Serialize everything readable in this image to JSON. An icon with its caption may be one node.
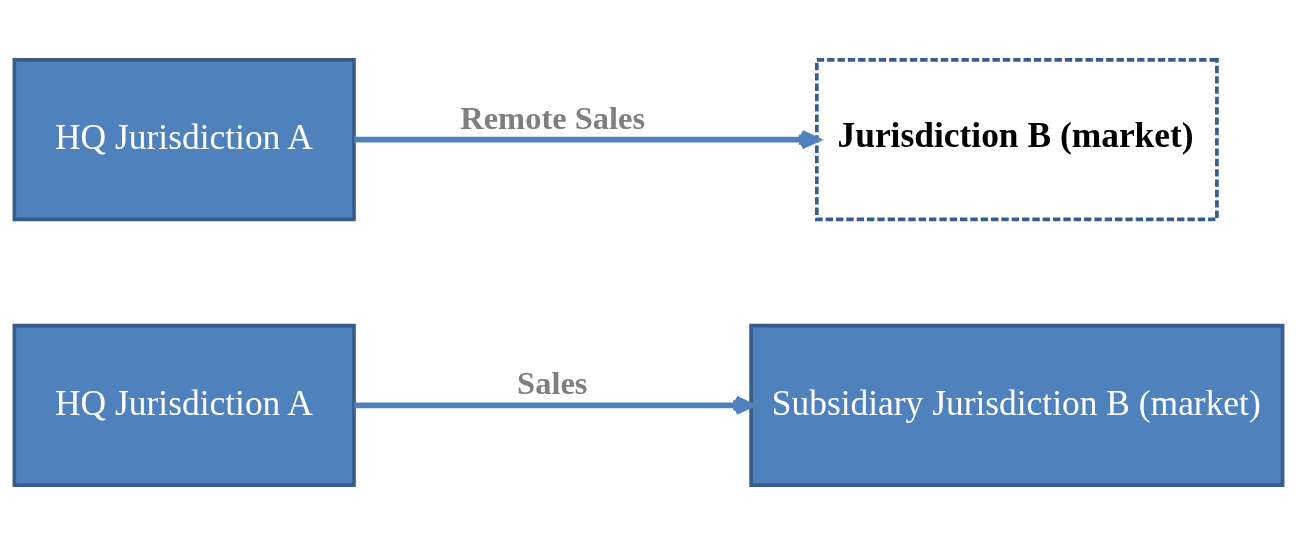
{
  "diagram": {
    "nodes": [
      {
        "text": [
          "HQ Jurisdiction A"
        ]
      },
      {
        "text": [
          "Subsidiary Jurisdiction B (market)"
        ]
      },
      {
        "text": [
          "HQ Jurisdiction A"
        ]
      },
      {
        "text": [
          "Jurisdiction B (market)"
        ]
      }
    ],
    "edges": [
      {
        "from": 0,
        "to": 1,
        "arrow": "to",
        "label": "Sales"
      },
      {
        "from": 2,
        "to": 3,
        "arrow": "to",
        "label": "Remote Sales"
      }
    ]
  }
}
